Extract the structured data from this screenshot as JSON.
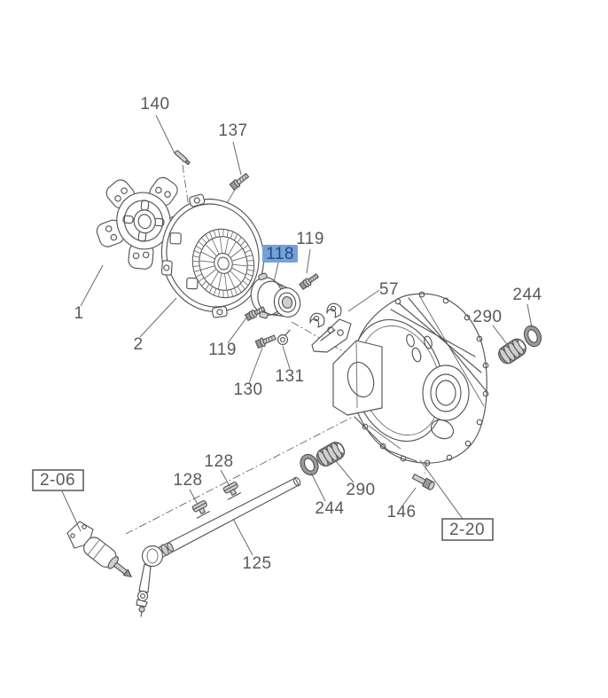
{
  "diagram": {
    "type": "exploded-parts-diagram",
    "background": "#ffffff",
    "line_color": "#555555",
    "label_color": "#5a5a5a",
    "highlight_bg": "#74a2d8",
    "highlight_text": "#274a7d",
    "callouts": [
      {
        "id": "140",
        "label": "140",
        "highlighted": false,
        "boxed": false
      },
      {
        "id": "137",
        "label": "137",
        "highlighted": false,
        "boxed": false
      },
      {
        "id": "1",
        "label": "1",
        "highlighted": false,
        "boxed": false
      },
      {
        "id": "2",
        "label": "2",
        "highlighted": false,
        "boxed": false
      },
      {
        "id": "118",
        "label": "118",
        "highlighted": true,
        "boxed": false
      },
      {
        "id": "119-upper",
        "label": "119",
        "highlighted": false,
        "boxed": false
      },
      {
        "id": "57",
        "label": "57",
        "highlighted": false,
        "boxed": false
      },
      {
        "id": "244-upper",
        "label": "244",
        "highlighted": false,
        "boxed": false
      },
      {
        "id": "290-upper",
        "label": "290",
        "highlighted": false,
        "boxed": false
      },
      {
        "id": "119-lower",
        "label": "119",
        "highlighted": false,
        "boxed": false
      },
      {
        "id": "130",
        "label": "130",
        "highlighted": false,
        "boxed": false
      },
      {
        "id": "131",
        "label": "131",
        "highlighted": false,
        "boxed": false
      },
      {
        "id": "2-06",
        "label": "2-06",
        "highlighted": false,
        "boxed": true
      },
      {
        "id": "128-upper",
        "label": "128",
        "highlighted": false,
        "boxed": false
      },
      {
        "id": "128-lower",
        "label": "128",
        "highlighted": false,
        "boxed": false
      },
      {
        "id": "290-lower",
        "label": "290",
        "highlighted": false,
        "boxed": false
      },
      {
        "id": "244-lower",
        "label": "244",
        "highlighted": false,
        "boxed": false
      },
      {
        "id": "146",
        "label": "146",
        "highlighted": false,
        "boxed": false
      },
      {
        "id": "125",
        "label": "125",
        "highlighted": false,
        "boxed": false
      },
      {
        "id": "2-20",
        "label": "2-20",
        "highlighted": false,
        "boxed": true
      }
    ]
  }
}
